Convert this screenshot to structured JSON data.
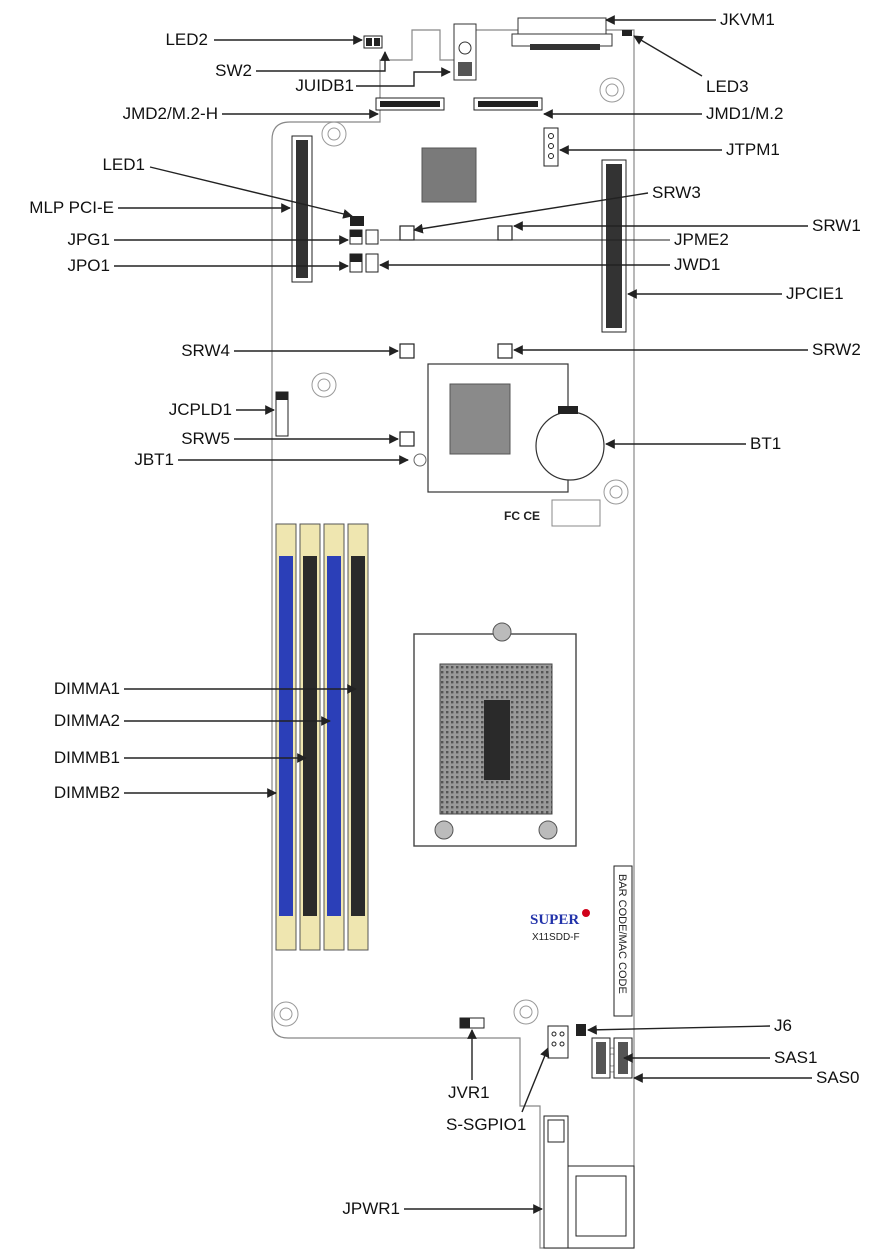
{
  "diagram": {
    "labels": {
      "led2": "LED2",
      "sw2": "SW2",
      "juidb1": "JUIDB1",
      "jmd2": "JMD2/M.2-H",
      "led1": "LED1",
      "mlp_pcie": "MLP PCI-E",
      "jpg1": "JPG1",
      "jpo1": "JPO1",
      "srw4": "SRW4",
      "jcpld1": "JCPLD1",
      "srw5": "SRW5",
      "jbt1": "JBT1",
      "dimma1": "DIMMA1",
      "dimma2": "DIMMA2",
      "dimmb1": "DIMMB1",
      "dimmb2": "DIMMB2",
      "jvr1": "JVR1",
      "s_sgpio1": "S-SGPIO1",
      "jpwr1": "JPWR1",
      "jkvm1": "JKVM1",
      "led3": "LED3",
      "jmd1": "JMD1/M.2",
      "jtpm1": "JTPM1",
      "srw3": "SRW3",
      "srw1": "SRW1",
      "jpme2": "JPME2",
      "jwd1": "JWD1",
      "jpcie1": "JPCIE1",
      "srw2": "SRW2",
      "bt1": "BT1",
      "j6": "J6",
      "sas1": "SAS1",
      "sas0": "SAS0"
    },
    "board_text": {
      "fcc_ce": "FC CE",
      "barcode": "BAR CODE/MAC CODE",
      "brand": "SUPER",
      "model": "X11SDD-F"
    },
    "colors": {
      "line": "#222222",
      "dimm_blue": "#2b3fb8",
      "dimm_black": "#2a2a2a",
      "latch_yellow": "#efe6b0",
      "board_outline": "#888888"
    }
  }
}
